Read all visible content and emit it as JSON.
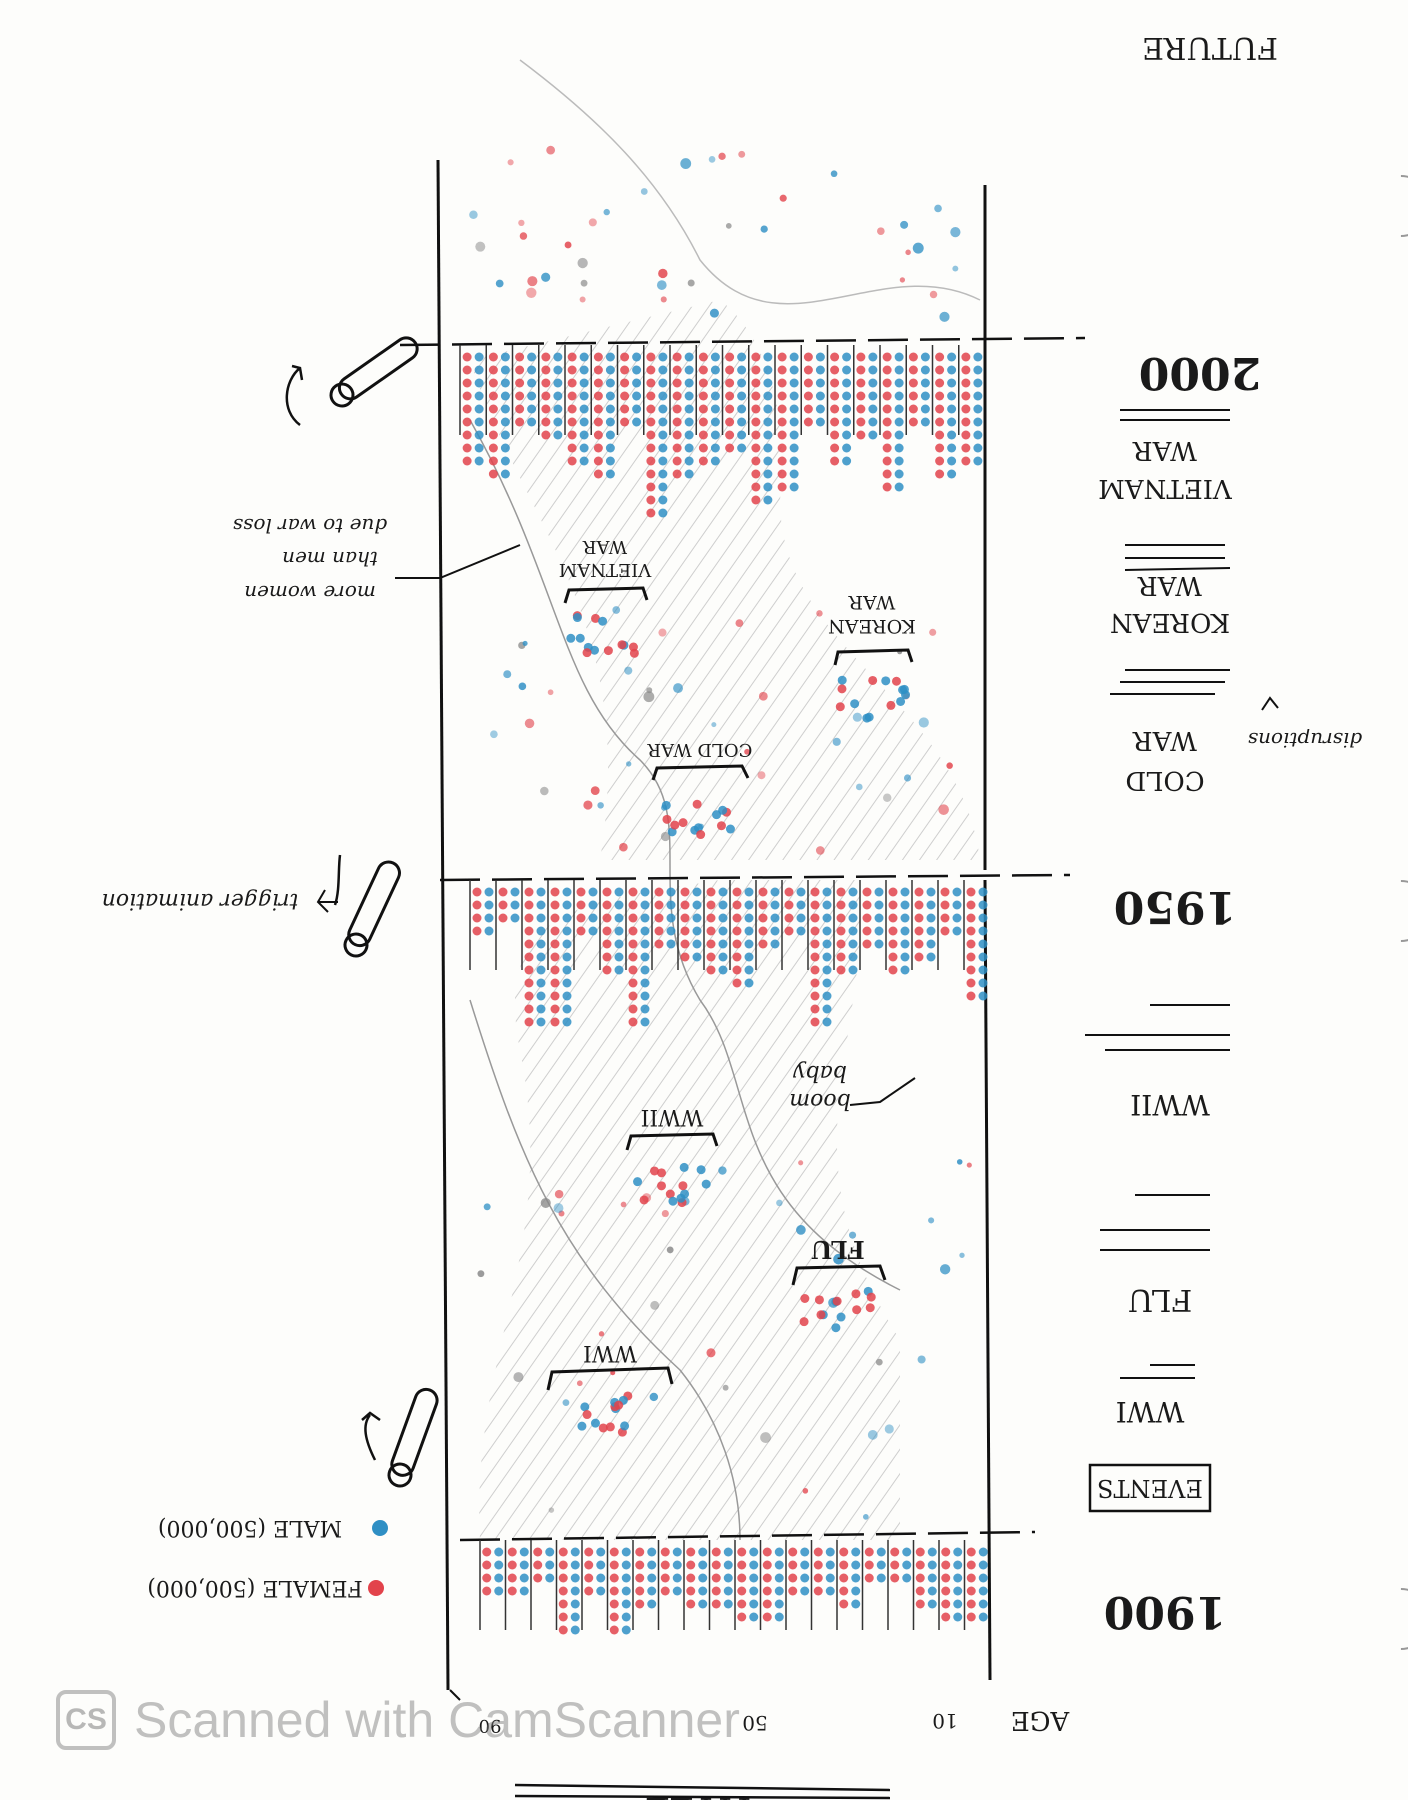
{
  "header": {
    "future_label": "FUTURE"
  },
  "years": {
    "y2000": "2000",
    "y1950": "1950",
    "y1900": "1900"
  },
  "timeline": {
    "events_box": "EVENTS",
    "ww1": "WWI",
    "flu": "FLU",
    "ww2": "WWII",
    "cold_war_l1": "COLD",
    "cold_war_l2": "WAR",
    "disruptions": "disruptions",
    "korean_l1": "KOREAN",
    "korean_l2": "WAR",
    "vietnam_l1": "VIETNAM",
    "vietnam_l2": "WAR"
  },
  "annotations": {
    "ww1": "WWI",
    "flu": "FLU",
    "ww2": "WWII",
    "baby_boom_l1": "baby",
    "baby_boom_l2": "boom",
    "cold_war": "COLD WAR",
    "korean_l1": "KOREAN",
    "korean_l2": "WAR",
    "vietnam_l1": "VIETNAM",
    "vietnam_l2": "WAR",
    "more_women_l1": "more women",
    "more_women_l2": "than men",
    "more_women_l3": "due to war loss",
    "trigger": "trigger animation"
  },
  "legend": {
    "female": "FEMALE (500,000)",
    "male": "MALE (500,000)",
    "female_color": "#e2434b",
    "male_color": "#2f8fc4"
  },
  "axis": {
    "age_label": "AGE",
    "ticks": [
      "10",
      "50",
      "90"
    ]
  },
  "title_partial": "TITLE",
  "watermark": {
    "logo": "CS",
    "text": "Scanned with CamScanner"
  }
}
